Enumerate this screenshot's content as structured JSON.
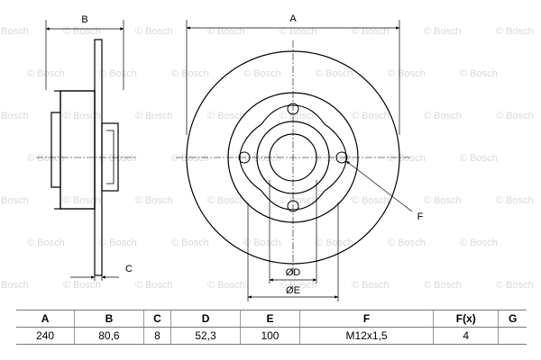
{
  "watermark": {
    "text": "© Bosch",
    "color": "#d9d9d9"
  },
  "labels": {
    "A": "A",
    "B": "B",
    "C": "C",
    "D": "ØD",
    "E": "ØE",
    "F": "F"
  },
  "table": {
    "headers": [
      "A",
      "B",
      "C",
      "D",
      "E",
      "F",
      "F(x)",
      "G"
    ],
    "values": [
      "240",
      "80,6",
      "8",
      "52,3",
      "100",
      "M12x1,5",
      "4",
      ""
    ]
  }
}
